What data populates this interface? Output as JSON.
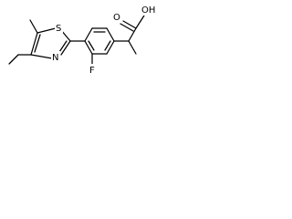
{
  "molecule": {
    "atoms": {
      "acid_oxygen_carbonyl": "O",
      "acid_oxygen_hydroxyl": "OH",
      "ring_sulfur": "S",
      "ring_nitrogen": "N",
      "fluorine": "F"
    },
    "colors": {
      "bond": "#000000",
      "label": "#000000",
      "background": "#ffffff"
    }
  }
}
